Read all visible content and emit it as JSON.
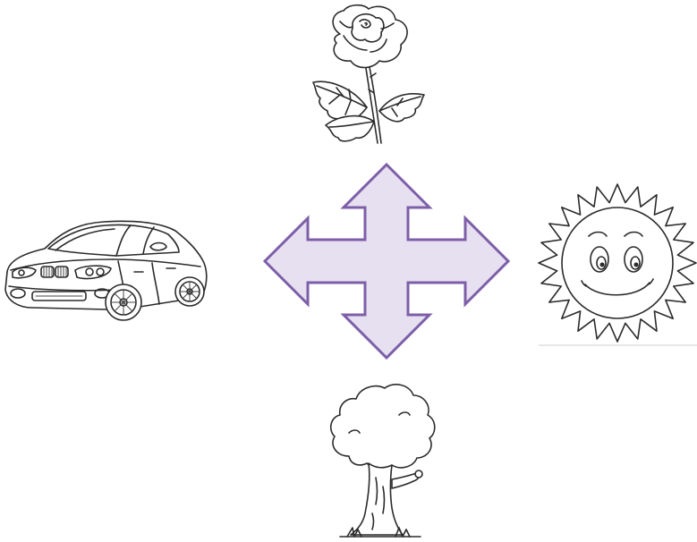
{
  "illustrations": [
    {
      "icon": "rose-icon",
      "position": "top"
    },
    {
      "icon": "car-icon",
      "position": "left"
    },
    {
      "icon": "sun-icon",
      "position": "right"
    },
    {
      "icon": "tree-icon",
      "position": "bottom"
    }
  ],
  "center": {
    "icon": "four-way-arrow-icon",
    "fill_color": "#e6e0f1",
    "stroke_color": "#7d5fa8"
  },
  "line_art_color": "#2b2b2b",
  "background_color": "#ffffff"
}
